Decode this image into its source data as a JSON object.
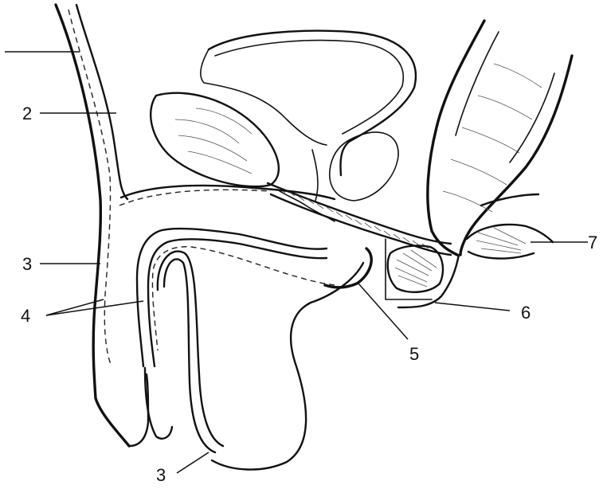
{
  "labels": {
    "l2": "2",
    "l3a": "3",
    "l4": "4",
    "l3b": "3",
    "l5": "5",
    "l6": "6",
    "l7": "7"
  }
}
